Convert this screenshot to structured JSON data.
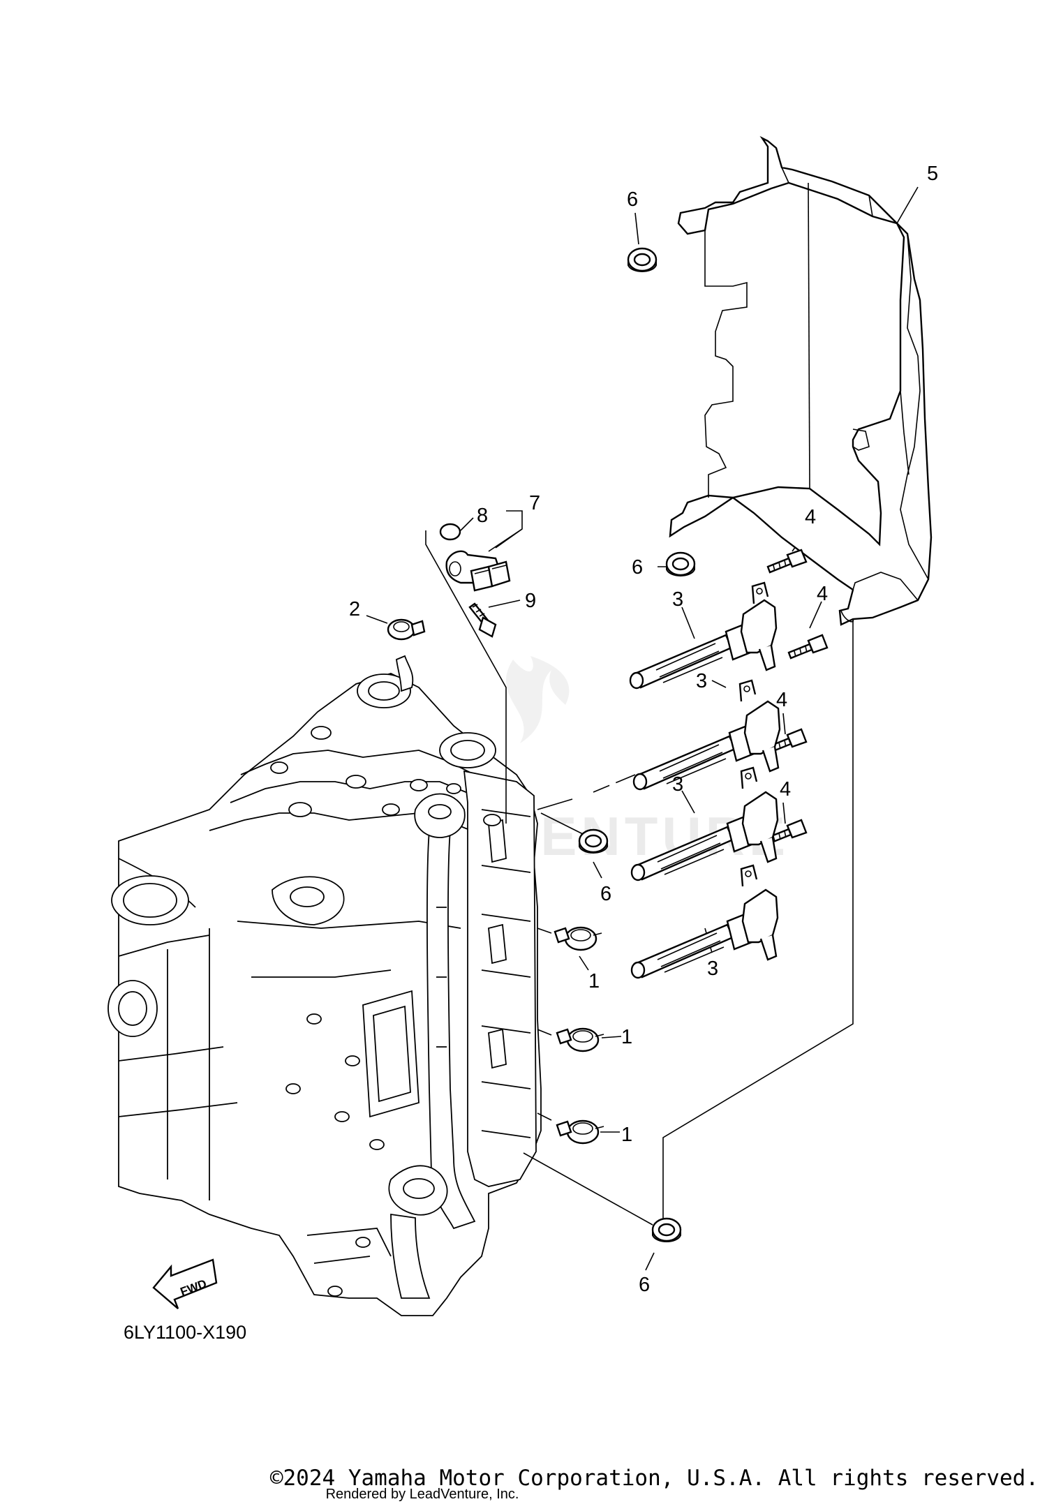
{
  "diagram": {
    "part_code": "6LY1100-X190",
    "direction_label": "FWD",
    "watermark": "LEADVENTURE",
    "callouts": {
      "c1a": "1",
      "c1b": "1",
      "c1c": "1",
      "c2": "2",
      "c3a": "3",
      "c3b": "3",
      "c3c": "3",
      "c3d": "3",
      "c4a": "4",
      "c4b": "4",
      "c4c": "4",
      "c4d": "4",
      "c5": "5",
      "c6a": "6",
      "c6b": "6",
      "c6c": "6",
      "c6d": "6",
      "c7": "7",
      "c8": "8",
      "c9": "9"
    }
  },
  "footer": {
    "copyright": "©2024 Yamaha Motor Corporation, U.S.A. All rights reserved.",
    "rendered_by": "Rendered by LeadVenture, Inc."
  }
}
